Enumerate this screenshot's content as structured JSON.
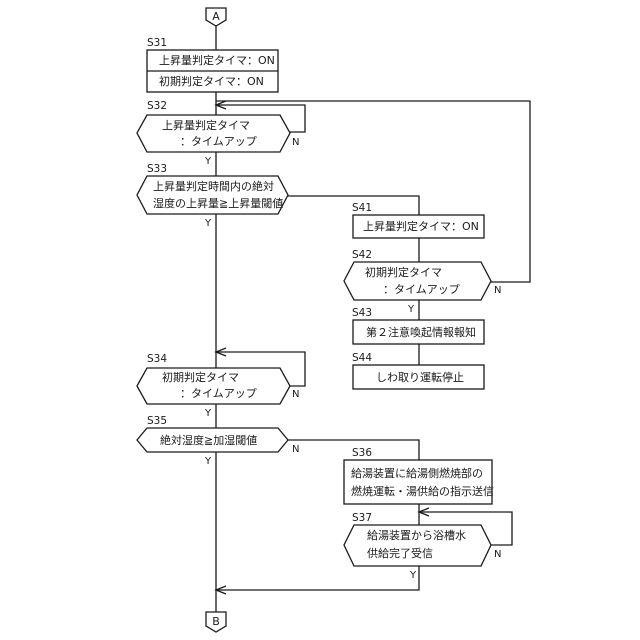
{
  "connectors": {
    "top": "A",
    "bottom": "B"
  },
  "steps": {
    "s31": {
      "label": "S31",
      "line1": "上昇量判定タイマ：ON",
      "line2": "初期判定タイマ：ON"
    },
    "s32": {
      "label": "S32",
      "line1": "上昇量判定タイマ",
      "line2": "：タイムアップ"
    },
    "s33": {
      "label": "S33",
      "line1": "上昇量判定時間内の絶対",
      "line2": "湿度の上昇量≧上昇量閾値"
    },
    "s34": {
      "label": "S34",
      "line1": "初期判定タイマ",
      "line2": "：タイムアップ"
    },
    "s35": {
      "label": "S35",
      "line1": "絶対湿度≧加湿閾値"
    },
    "s36": {
      "label": "S36",
      "line1": "給湯装置に給湯側燃焼部の",
      "line2": "燃焼運転・湯供給の指示送信"
    },
    "s37": {
      "label": "S37",
      "line1": "給湯装置から浴槽水",
      "line2": "供給完了受信"
    },
    "s41": {
      "label": "S41",
      "line1": "上昇量判定タイマ：ON"
    },
    "s42": {
      "label": "S42",
      "line1": "初期判定タイマ",
      "line2": "：タイムアップ"
    },
    "s43": {
      "label": "S43",
      "line1": "第２注意喚起情報報知"
    },
    "s44": {
      "label": "S44",
      "line1": "しわ取り運転停止"
    }
  },
  "branches": {
    "yes": "Y",
    "no": "N"
  }
}
